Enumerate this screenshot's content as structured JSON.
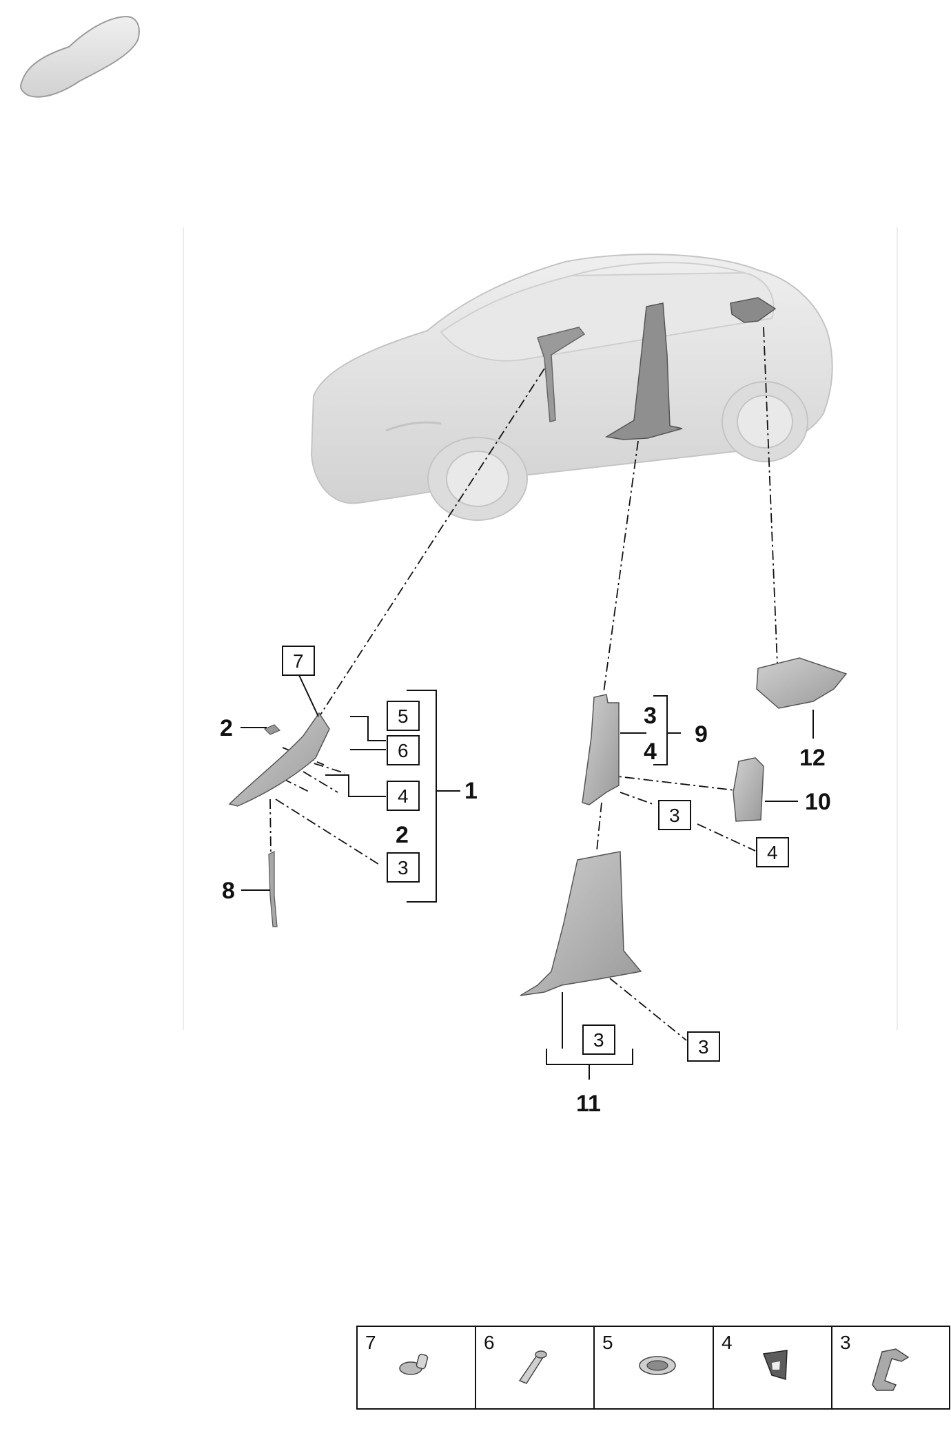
{
  "callouts": {
    "n1": "1",
    "n2a": "2",
    "n2b": "2",
    "n8": "8",
    "n9": "9",
    "n9_3": "3",
    "n9_4": "4",
    "n10": "10",
    "n11": "11",
    "n12": "12"
  },
  "boxes": {
    "b7": "7",
    "b5": "5",
    "b6": "6",
    "b4a": "4",
    "b3a": "3",
    "b3b": "3",
    "b4b": "4",
    "b3c": "3",
    "b3d": "3"
  },
  "legend": {
    "cells": [
      {
        "number": "7",
        "icon": "screw-icon"
      },
      {
        "number": "6",
        "icon": "pin-icon"
      },
      {
        "number": "5",
        "icon": "grommet-icon"
      },
      {
        "number": "4",
        "icon": "pad-icon"
      },
      {
        "number": "3",
        "icon": "clip-icon"
      }
    ]
  },
  "colors": {
    "line": "#111111",
    "part_fill": "#b9b9b9",
    "car_fill": "#e2e2e2",
    "car_edge": "#c4c4c4"
  }
}
